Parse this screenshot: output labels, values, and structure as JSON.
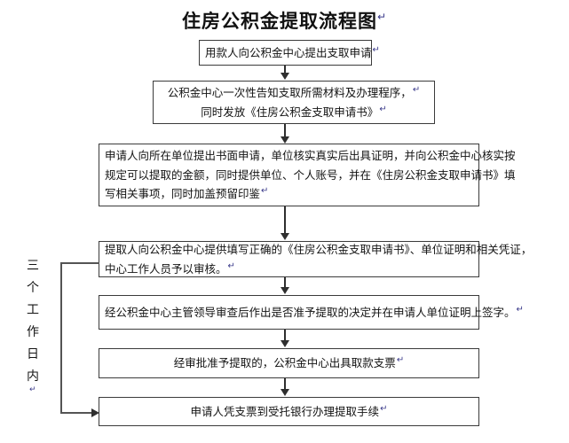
{
  "title": {
    "text": "住房公积金提取流程图",
    "return_mark": "↵"
  },
  "side_label": {
    "chars": [
      "三",
      "个",
      "工",
      "作",
      "日",
      "内"
    ],
    "return_mark": "↵",
    "full_text": "三个工作日内"
  },
  "marks": {
    "return": "↵"
  },
  "nodes": [
    {
      "id": "node-1",
      "name": "step-1-applicant-submits-request",
      "align": "center",
      "lines": [
        {
          "text": "用款人向公积金中心提出支取申请",
          "mark": "↵"
        }
      ]
    },
    {
      "id": "node-2",
      "name": "step-2-center-informs-materials",
      "align": "center",
      "lines": [
        {
          "text": "公积金中心一次性告知支取所需材料及办理程序，",
          "mark": "↵"
        },
        {
          "text": "同时发放《住房公积金支取申请书》",
          "mark": "↵"
        }
      ]
    },
    {
      "id": "node-3",
      "name": "step-3-written-application-to-employer",
      "align": "just",
      "lines": [
        {
          "text": "申请人向所在单位提出书面申请，单位核实真实后出具证明，并向公积金中心核实按",
          "mark": ""
        },
        {
          "text": "规定可以提取的金额，同时提供单位、个人账号，并在《住房公积金支取申请书》填",
          "mark": ""
        },
        {
          "text": "写相关事项，同时加盖预留印鉴",
          "mark": "↵"
        }
      ]
    },
    {
      "id": "node-4",
      "name": "step-4-submit-documents-for-review",
      "align": "just",
      "lines": [
        {
          "text": "提取人向公积金中心提供填写正确的《住房公积金支取申请书》、单位证明和相关凭证，",
          "mark": ""
        },
        {
          "text": "中心工作人员予以审核。",
          "mark": "↵"
        }
      ]
    },
    {
      "id": "node-5",
      "name": "step-5-leader-approval-signature",
      "align": "center",
      "lines": [
        {
          "text": "经公积金中心主管领导审查后作出是否准予提取的决定并在申请人单位证明上签字。",
          "mark": "↵"
        }
      ]
    },
    {
      "id": "node-6",
      "name": "step-6-center-issues-check",
      "align": "center",
      "lines": [
        {
          "text": "经审批准予提取的，公积金中心出具取款支票",
          "mark": "↵"
        }
      ]
    },
    {
      "id": "node-7",
      "name": "step-7-withdraw-at-bank",
      "align": "center",
      "lines": [
        {
          "text": "申请人凭支票到受托银行办理提取手续",
          "mark": "↵"
        }
      ]
    }
  ]
}
